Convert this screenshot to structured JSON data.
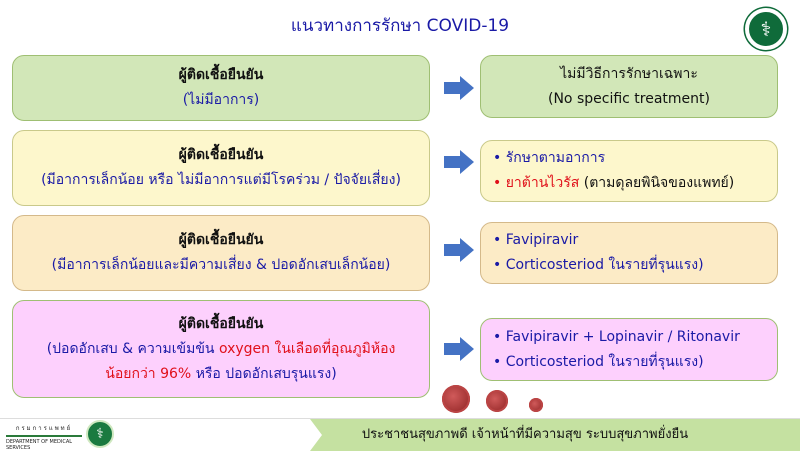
{
  "title": "แนวทางการรักษา COVID-19",
  "rows": [
    {
      "left": {
        "heading": "ผู้ติดเชื้อยืนยัน",
        "sub": "(ไม่มีอาการ)"
      },
      "right": {
        "line1": "ไม่มีวิธีการรักษาเฉพาะ",
        "line2": "(No specific treatment)"
      }
    },
    {
      "left": {
        "heading": "ผู้ติดเชื้อยืนยัน",
        "sub": "(มีอาการเล็กน้อย หรือ ไม่มีอาการแต่มีโรคร่วม / ปัจจัยเสี่ยง)"
      },
      "right": {
        "bullet1": "รักษาตามอาการ",
        "bullet2_red": "ยาต้านไวรัส",
        "bullet2_rest": "(ตามดุลยพินิจของแพทย์)"
      }
    },
    {
      "left": {
        "heading": "ผู้ติดเชื้อยืนยัน",
        "sub": "(มีอาการเล็กน้อยและมีความเสี่ยง & ปอดอักเสบเล็กน้อย)"
      },
      "right": {
        "bullet1": "Favipiravir",
        "bullet2": "Corticosteriod ในรายที่รุนแรง)"
      }
    },
    {
      "left": {
        "heading": "ผู้ติดเชื้อยืนยัน",
        "sub1_blue": "(ปอดอักเสบ & ความเข้มข้น",
        "sub1_red": "oxygen ในเลือดที่อุณภูมิห้อง",
        "sub2_red": "น้อยกว่า 96%",
        "sub2_blue": "หรือ ปอดอักเสบรุนแรง)"
      },
      "right": {
        "bullet1": "Favipiravir + Lopinavir / Ritonavir",
        "bullet2": "Corticosteriod ในรายที่รุนแรง)"
      }
    }
  ],
  "footer": {
    "dept_th": "กรมการแพทย์",
    "dept_en": "DEPARTMENT OF MEDICAL SERVICES",
    "slogan": "ประชาชนสุขภาพดี เจ้าหน้าที่มีความสุข ระบบสุขภาพยั่งยืน"
  },
  "colors": {
    "green": "#d2e7b8",
    "yellow": "#fdf7cc",
    "peach": "#fcebc6",
    "pink": "#fdd0fd",
    "blue": "#1a1aa6",
    "red": "#e0101a",
    "arrow": "#4472c4"
  }
}
